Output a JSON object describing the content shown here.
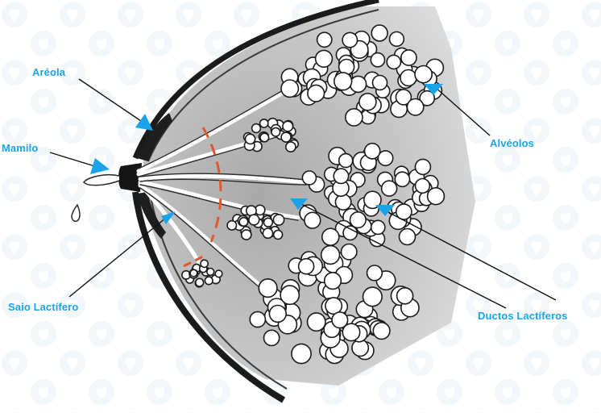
{
  "diagram": {
    "labels": {
      "areola": "Aréola",
      "mamilo": "Mamilo",
      "alveolos": "Alvéolos",
      "saio_lactifero": "Saio Lactífero",
      "ductos_lactiferos": "Ductos Lactíferos"
    },
    "colors": {
      "label_text": "#1aa3e8",
      "pointer_triangle": "#1aa3e8",
      "pointer_line": "#111111",
      "outline": "#1b1b1b",
      "tissue_gray": "#bdbdbd",
      "alveoli_fill": "#ffffff",
      "dashed_marker": "#e4572e",
      "background_heart_pattern": "#eef6fb"
    },
    "icons": [
      "heart-pattern-background"
    ]
  }
}
